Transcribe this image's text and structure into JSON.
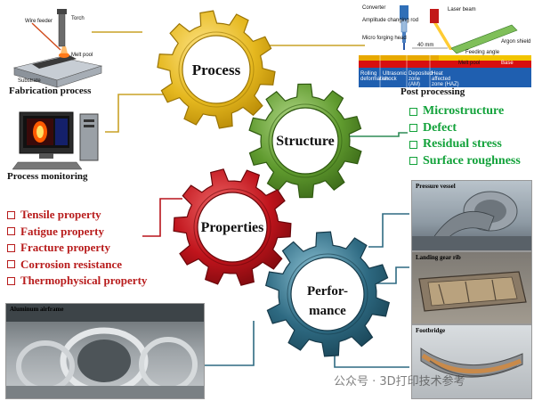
{
  "gears": {
    "process": "Process",
    "structure": "Structure",
    "properties": "Properties",
    "performance_line1": "Perfor-",
    "performance_line2": "mance"
  },
  "fabrication": {
    "caption": "Fabrication process",
    "labels": {
      "wire_feeder": "Wire feeder",
      "torch": "Torch",
      "melt_pool": "Melt pool",
      "substrate": "Substrate"
    }
  },
  "monitoring": {
    "caption": "Process monitoring"
  },
  "post_processing": {
    "caption": "Post processing",
    "labels": {
      "converter": "Converter",
      "amplitude_rod": "Amplitude changing rod",
      "micro_forging": "Micro forging head",
      "laser_beam": "Laser beam",
      "argon": "Argon shield",
      "distance": "40 mm",
      "feeding_angle": "Feeding angle",
      "melt_pool": "Melt pool",
      "base": "Base",
      "zone_rolling": "Rolling deformation",
      "zone_ultrasonic": "Ultrasonic shock",
      "zone_deposited": "Deposited zone (AM)",
      "zone_haz": "Heat affected zone (HAZ)"
    }
  },
  "structure_items": [
    "Microstructure",
    "Defect",
    "Residual stress",
    "Surface roughness"
  ],
  "property_items": [
    "Tensile property",
    "Fatigue property",
    "Fracture property",
    "Corrosion resistance",
    "Thermophysical property"
  ],
  "performance_photos": {
    "pressure_vessel": "Pressure vessel",
    "landing_gear": "Landing gear rib",
    "footbridge": "Footbridge",
    "airframe": "Aluminum airframe"
  },
  "watermark": "公众号 · 3D打印技术参考",
  "colors": {
    "process_gear": "#e0b820",
    "structure_gear": "#5f9a2e",
    "properties_gear": "#b8141c",
    "performance_gear": "#2e6a82",
    "connector_line": "#c9a227",
    "structure_text": "#12a23a",
    "property_text": "#b81c1c"
  }
}
